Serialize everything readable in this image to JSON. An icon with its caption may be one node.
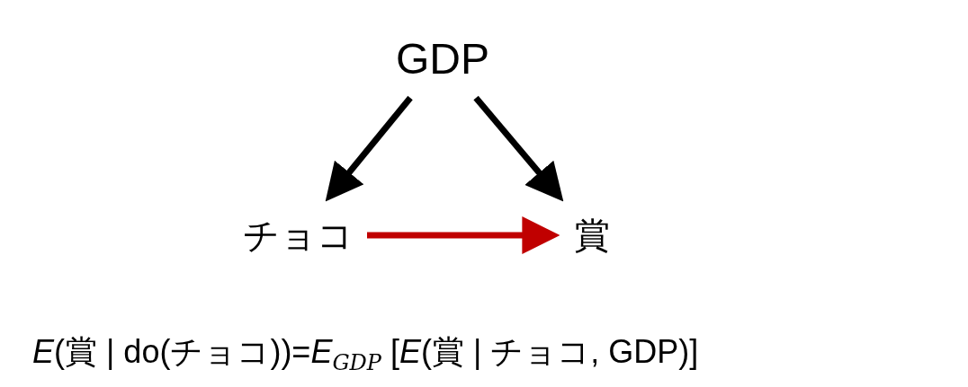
{
  "diagram": {
    "nodes": [
      {
        "text": [
          "GDP"
        ]
      },
      {
        "text": [
          "チョコ"
        ]
      },
      {
        "text": [
          "賞"
        ]
      }
    ],
    "edges": [
      {
        "from": 0,
        "to": 1,
        "arrow": "to"
      },
      {
        "from": 0,
        "to": 2,
        "arrow": "to"
      },
      {
        "from": 1,
        "to": 2,
        "arrow": "to",
        "color": "#c00000"
      }
    ],
    "labels": [
      "*E*(賞 | do(チョコ))=*E*$_{GDP}$ [*E*(賞 | チョコ, GDP)]"
    ]
  }
}
